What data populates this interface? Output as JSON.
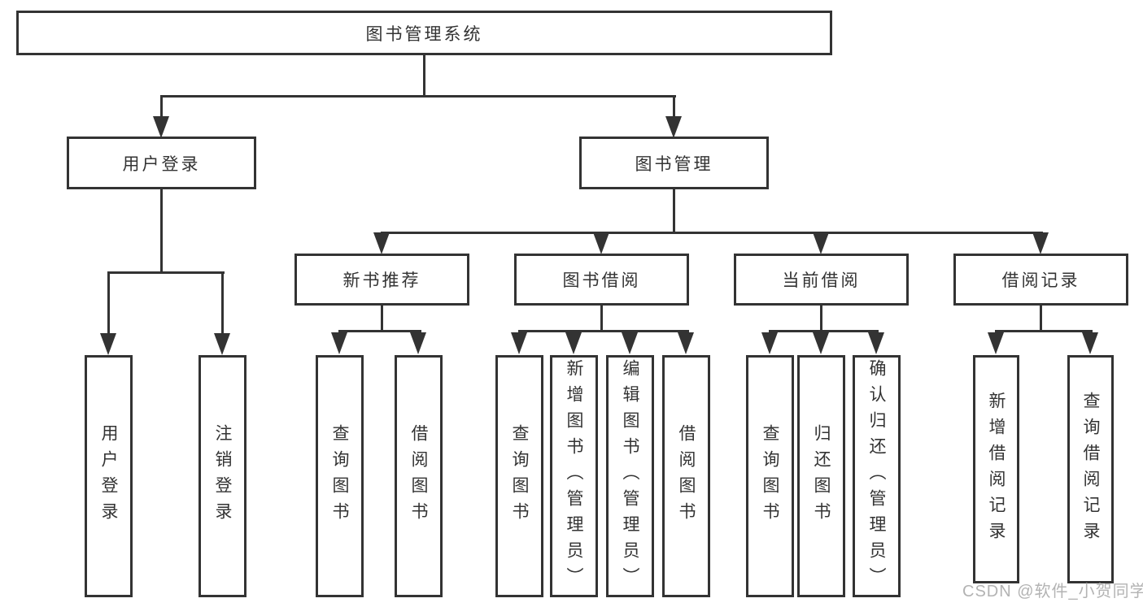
{
  "tree": {
    "root": {
      "label": "图书管理系统"
    },
    "user_login": {
      "label": "用户登录",
      "children": {
        "login": {
          "label": "用户登录"
        },
        "logout": {
          "label": "注销登录"
        }
      }
    },
    "book_mgmt": {
      "label": "图书管理",
      "children": {
        "new_books": {
          "label": "新书推荐",
          "children": {
            "query_books": {
              "label": "查询图书"
            },
            "borrow_books": {
              "label": "借阅图书"
            }
          }
        },
        "book_borrow": {
          "label": "图书借阅",
          "children": {
            "query_books": {
              "label": "查询图书"
            },
            "add_books": {
              "label": "新增图书（管理员）"
            },
            "edit_books": {
              "label": "编辑图书（管理员）"
            },
            "borrow_books": {
              "label": "借阅图书"
            }
          }
        },
        "current_borrow": {
          "label": "当前借阅",
          "children": {
            "query_books": {
              "label": "查询图书"
            },
            "return_books": {
              "label": "归还图书"
            },
            "confirm_return": {
              "label": "确认归还（管理员）"
            }
          }
        },
        "borrow_records": {
          "label": "借阅记录",
          "children": {
            "add_record": {
              "label": "新增借阅记录"
            },
            "query_record": {
              "label": "查询借阅记录"
            }
          }
        }
      }
    }
  },
  "watermark": {
    "text": "CSDN @软件_小贺同学"
  },
  "colors": {
    "line": "#333333",
    "text": "#333333",
    "watermark": "#b3b3b3",
    "background": "#ffffff"
  }
}
